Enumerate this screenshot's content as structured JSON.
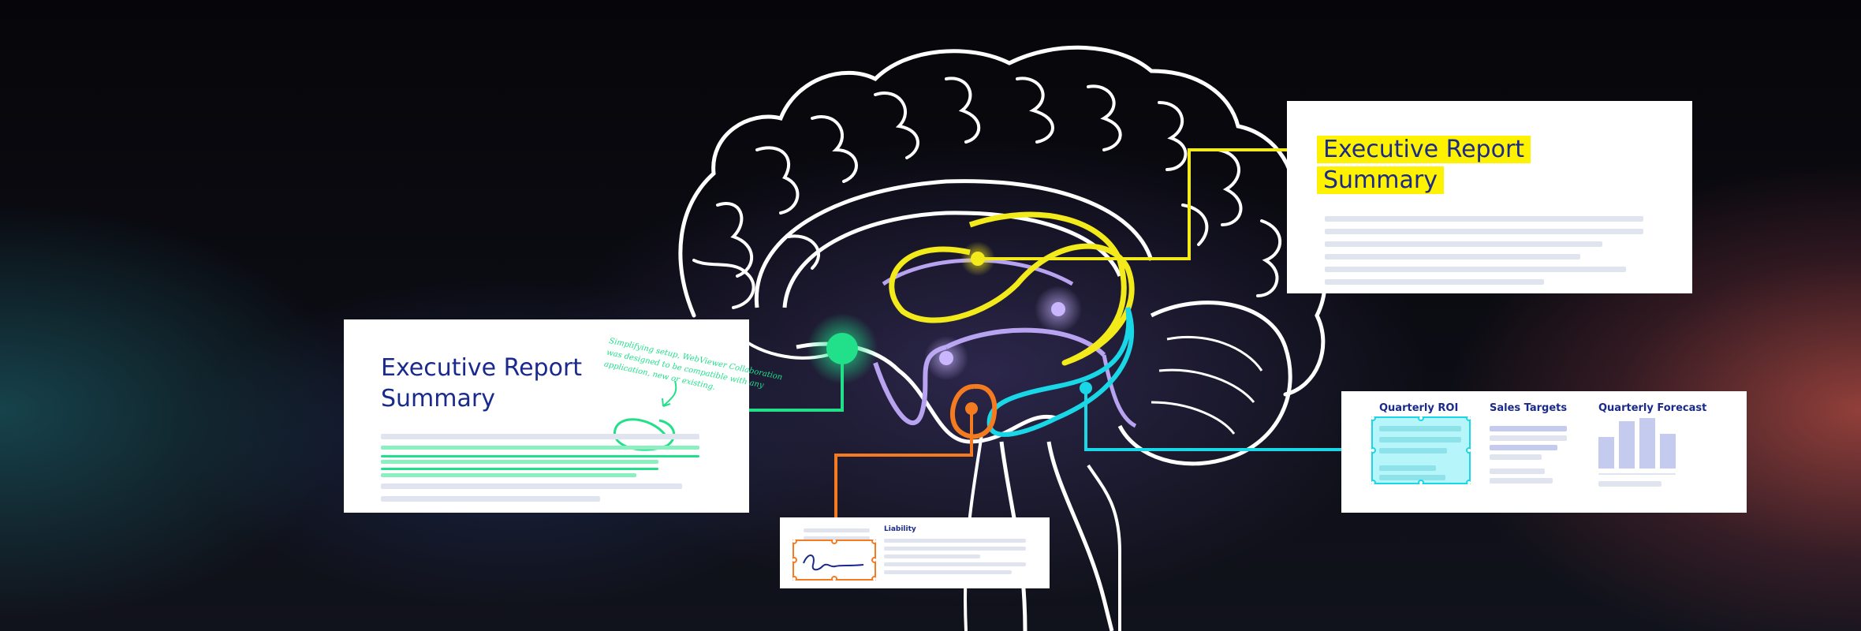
{
  "colors": {
    "yellow": "#f2ea1a",
    "green": "#22e08a",
    "cyan": "#19d7e6",
    "orange": "#f47b20",
    "lavender": "#b7a3f0",
    "title_blue": "#1a2a8c"
  },
  "cards": {
    "top_right": {
      "title_line1": "Executive Report",
      "title_line2": "Summary"
    },
    "left": {
      "title_line1": "Executive Report",
      "title_line2": "Summary",
      "annotation_line1": "Simplifying setup, WebViewer Collaboration",
      "annotation_line2": "was designed to be compatible with any",
      "annotation_line3": "application, new or existing."
    },
    "bottom": {
      "label": "Liability"
    },
    "right": {
      "col1": "Quarterly ROI",
      "col2": "Sales Targets",
      "col3": "Quarterly Forecast"
    }
  }
}
